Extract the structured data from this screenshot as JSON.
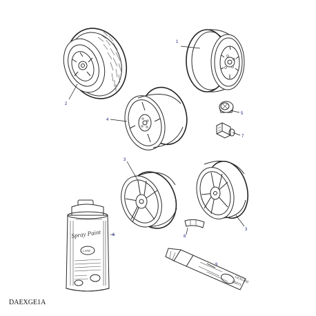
{
  "diagram_code": "DAEXGE1A",
  "callouts": {
    "c1": "1",
    "c2": "2",
    "c3a": "3",
    "c3b": "3",
    "c4": "4",
    "c5": "5",
    "c6": "6",
    "c7": "7",
    "c8": "8",
    "c9": "9"
  },
  "parts": [
    {
      "id": "2",
      "name": "tyre-and-wheel"
    },
    {
      "id": "1",
      "name": "steel-wheel"
    },
    {
      "id": "4",
      "name": "alloy-wheel-four-spoke"
    },
    {
      "id": "5",
      "name": "center-cap"
    },
    {
      "id": "7",
      "name": "wheel-nut"
    },
    {
      "id": "3",
      "name": "alloy-wheel-five-spoke"
    },
    {
      "id": "3",
      "name": "alloy-wheel-spoked"
    },
    {
      "id": "8",
      "name": "balance-weight"
    },
    {
      "id": "6",
      "name": "spray-paint-can"
    },
    {
      "id": "9",
      "name": "touch-up-paint-pen"
    }
  ]
}
